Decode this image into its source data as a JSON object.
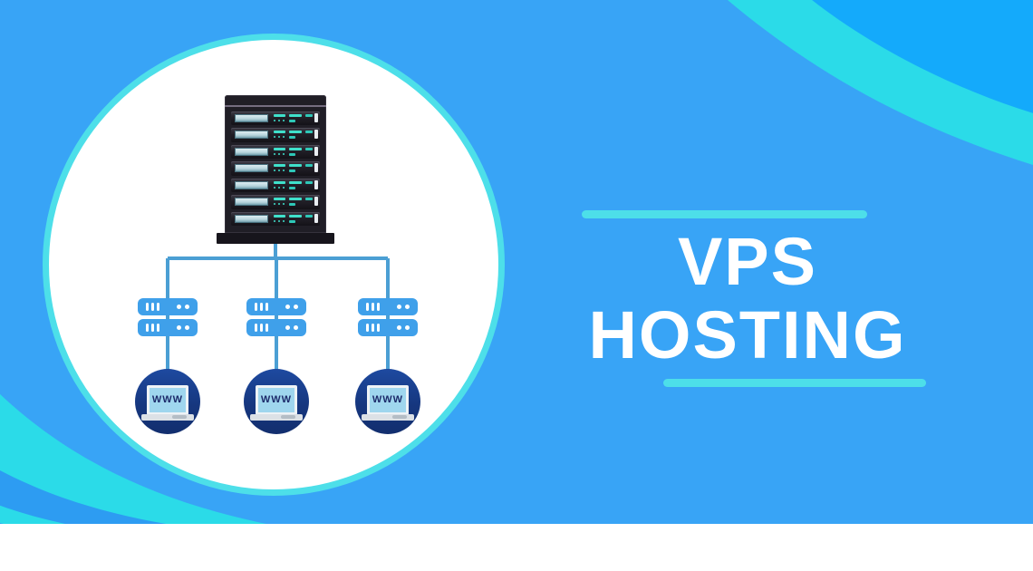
{
  "banner": {
    "title": {
      "line1": "VPS",
      "line2": "HOSTING"
    },
    "diagram": {
      "rack_unit_count": 7,
      "client_count": 3,
      "client_screen_label": "WWW"
    },
    "colors": {
      "background": "#38a4f6",
      "corner_accent_top": "#14aafb",
      "corner_mid_blue": "#2d9cf2",
      "wave_cyan": "#2bdbe8",
      "circle_ring": "#4ddfe9",
      "circle_fill": "#ffffff",
      "connector_line": "#4b9fd4",
      "mini_server_blue": "#3fa0ea",
      "client_circle_navy": "#16377f",
      "rack_body": "#201e26",
      "laptop_screen": "#9fd6ee",
      "www_text": "#1c2a6a",
      "title_text": "#ffffff",
      "bottom_strip": "#ffffff"
    }
  }
}
